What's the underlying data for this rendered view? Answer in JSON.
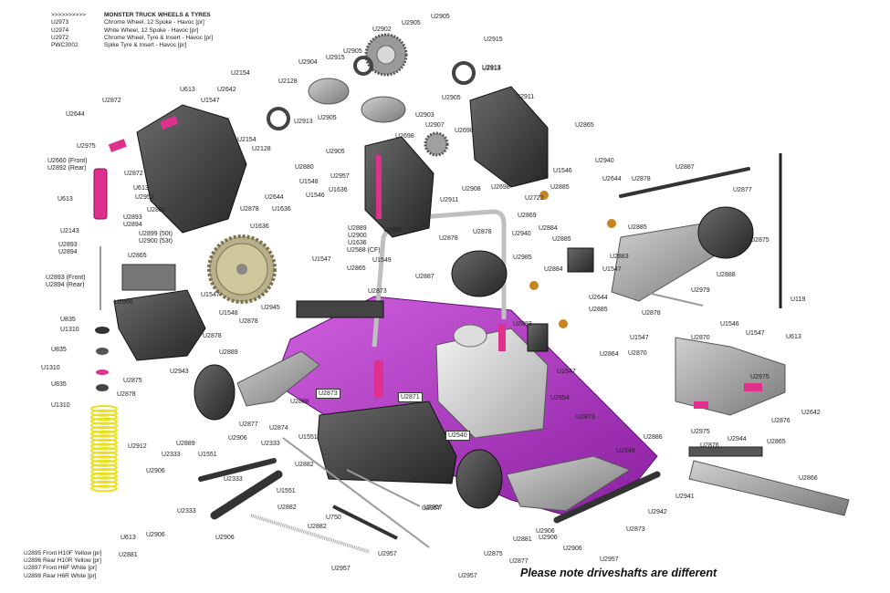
{
  "legend": {
    "arrow": ">>>>>>>>>>",
    "title": "MONSTER TRUCK WHEELS & TYRES",
    "rows": [
      {
        "code": "U2973",
        "desc": "Chrome Wheel, 12 Spoke - Havoc [pr]"
      },
      {
        "code": "U2974",
        "desc": "White Wheel, 12 Spoke - Havoc [pr]"
      },
      {
        "code": "U2972",
        "desc": "Chrome Wheel, Tyre & Insert - Havoc [pr]"
      },
      {
        "code": "PWC3002",
        "desc": "Spike Tyre & Insert - Havoc [pr]"
      }
    ]
  },
  "spring_legend": [
    "U2895 Front H10F Yellow [pr]",
    "U2896 Rear H10R Yellow [pr]",
    "U2897 Front H6F White [pr]",
    "U2898 Rear H6R White [pr]"
  ],
  "note": "Please note driveshafts are different",
  "tags": {
    "t1": "U2873",
    "t2": "U2871",
    "t3": "U2540"
  },
  "colors": {
    "chassis": "#b23cc8",
    "part_dark": "#3a3a3a",
    "part_grey": "#8a8a8a",
    "spring": "#e8e020",
    "accent_pink": "#e0308e",
    "gold": "#c8841e"
  },
  "labels": [
    {
      "id": "l1",
      "text": "U2905"
    },
    {
      "id": "l2",
      "text": "U2902"
    },
    {
      "id": "l3",
      "text": "U2905"
    },
    {
      "id": "l4",
      "text": "U2915"
    },
    {
      "id": "l5",
      "text": "U2915"
    },
    {
      "id": "l6",
      "text": "U2905"
    },
    {
      "id": "l7",
      "text": "U2904"
    },
    {
      "id": "l8",
      "text": "U2913"
    },
    {
      "id": "l9",
      "text": "U2128"
    },
    {
      "id": "l10",
      "text": "U2154"
    },
    {
      "id": "l11",
      "text": "U2642"
    },
    {
      "id": "l12",
      "text": "U613"
    },
    {
      "id": "l13",
      "text": "U1547"
    },
    {
      "id": "l14",
      "text": "U2872"
    },
    {
      "id": "l15",
      "text": "U2644"
    },
    {
      "id": "l16",
      "text": "U2975"
    },
    {
      "id": "l17",
      "text": "U2660 (Front)"
    },
    {
      "id": "l18",
      "text": "U2892 (Rear)"
    },
    {
      "id": "l19",
      "text": "U613"
    },
    {
      "id": "l20",
      "text": "U2872"
    },
    {
      "id": "l21",
      "text": "U613"
    },
    {
      "id": "l22",
      "text": "U2952"
    },
    {
      "id": "l23",
      "text": "U2880"
    },
    {
      "id": "l24",
      "text": "U2893"
    },
    {
      "id": "l25",
      "text": "U2894"
    },
    {
      "id": "l26",
      "text": "U2143"
    },
    {
      "id": "l27",
      "text": "U2893"
    },
    {
      "id": "l28",
      "text": "U2894"
    },
    {
      "id": "l29",
      "text": "U2893 (Front)"
    },
    {
      "id": "l30",
      "text": "U2894 (Rear)"
    },
    {
      "id": "l31",
      "text": "U835"
    },
    {
      "id": "l32",
      "text": "U1310"
    },
    {
      "id": "l33",
      "text": "U835"
    },
    {
      "id": "l34",
      "text": "U1310"
    },
    {
      "id": "l35",
      "text": "U835"
    },
    {
      "id": "l36",
      "text": "U1310"
    },
    {
      "id": "l37",
      "text": "U2913"
    },
    {
      "id": "l38",
      "text": "U2905"
    },
    {
      "id": "l39",
      "text": "U2903"
    },
    {
      "id": "l40",
      "text": "U2905"
    },
    {
      "id": "l41",
      "text": "U2913"
    },
    {
      "id": "l42",
      "text": "U2911"
    },
    {
      "id": "l43",
      "text": "U2865"
    },
    {
      "id": "l44",
      "text": "U2907"
    },
    {
      "id": "l45",
      "text": "U2698"
    },
    {
      "id": "l46",
      "text": "U2698"
    },
    {
      "id": "l47",
      "text": "U2154"
    },
    {
      "id": "l48",
      "text": "U2128"
    },
    {
      "id": "l49",
      "text": "U2880"
    },
    {
      "id": "l50",
      "text": "U2905"
    },
    {
      "id": "l51",
      "text": "U2957"
    },
    {
      "id": "l52",
      "text": "U2908"
    },
    {
      "id": "l53",
      "text": "U2698"
    },
    {
      "id": "l54",
      "text": "U1546"
    },
    {
      "id": "l55",
      "text": "U1548"
    },
    {
      "id": "l56",
      "text": "U2644"
    },
    {
      "id": "l57",
      "text": "U1546"
    },
    {
      "id": "l58",
      "text": "U1636"
    },
    {
      "id": "l59",
      "text": "U2911"
    },
    {
      "id": "l60",
      "text": "U2878"
    },
    {
      "id": "l61",
      "text": "U1636"
    },
    {
      "id": "l62",
      "text": "U1636"
    },
    {
      "id": "l63",
      "text": "U2889"
    },
    {
      "id": "l64",
      "text": "U2900"
    },
    {
      "id": "l65",
      "text": "U1636"
    },
    {
      "id": "l66",
      "text": "U2588 (CF)"
    },
    {
      "id": "l67",
      "text": "U2957"
    },
    {
      "id": "l68",
      "text": "U2869"
    },
    {
      "id": "l69",
      "text": "U2878"
    },
    {
      "id": "l70",
      "text": "U2878"
    },
    {
      "id": "l71",
      "text": "U2899 (50t)"
    },
    {
      "id": "l72",
      "text": "U2900 (53t)"
    },
    {
      "id": "l73",
      "text": "U2865"
    },
    {
      "id": "l74",
      "text": "U1547"
    },
    {
      "id": "l75",
      "text": "U1549"
    },
    {
      "id": "l76",
      "text": "U2865"
    },
    {
      "id": "l77",
      "text": "U2887"
    },
    {
      "id": "l78",
      "text": "U2873"
    },
    {
      "id": "l79",
      "text": "U2866"
    },
    {
      "id": "l80",
      "text": "U1547"
    },
    {
      "id": "l81",
      "text": "U1548"
    },
    {
      "id": "l82",
      "text": "U2945"
    },
    {
      "id": "l83",
      "text": "U2878"
    },
    {
      "id": "l84",
      "text": "U2878"
    },
    {
      "id": "l85",
      "text": "U2889"
    },
    {
      "id": "l86",
      "text": "U2940"
    },
    {
      "id": "l87",
      "text": "U2885"
    },
    {
      "id": "l88",
      "text": "U2644"
    },
    {
      "id": "l89",
      "text": "U2878"
    },
    {
      "id": "l90",
      "text": "U2887"
    },
    {
      "id": "l91",
      "text": "U2877"
    },
    {
      "id": "l92",
      "text": "U2722"
    },
    {
      "id": "l93",
      "text": "U2884"
    },
    {
      "id": "l94",
      "text": "U2885"
    },
    {
      "id": "l95",
      "text": "U2940"
    },
    {
      "id": "l96",
      "text": "U2885"
    },
    {
      "id": "l97",
      "text": "U2883"
    },
    {
      "id": "l98",
      "text": "U2875"
    },
    {
      "id": "l99",
      "text": "U1547"
    },
    {
      "id": "l100",
      "text": "U2888"
    },
    {
      "id": "l101",
      "text": "U2985"
    },
    {
      "id": "l102",
      "text": "U2884"
    },
    {
      "id": "l103",
      "text": "U2979"
    },
    {
      "id": "l104",
      "text": "U119"
    },
    {
      "id": "l105",
      "text": "U2644"
    },
    {
      "id": "l106",
      "text": "U2885"
    },
    {
      "id": "l107",
      "text": "U2878"
    },
    {
      "id": "l108",
      "text": "U2883"
    },
    {
      "id": "l109",
      "text": "U1547"
    },
    {
      "id": "l110",
      "text": "U2864"
    },
    {
      "id": "l111",
      "text": "U1547"
    },
    {
      "id": "l112",
      "text": "U2870"
    },
    {
      "id": "l113",
      "text": "U2870"
    },
    {
      "id": "l114",
      "text": "U1546"
    },
    {
      "id": "l115",
      "text": "U1547"
    },
    {
      "id": "l116",
      "text": "U613"
    },
    {
      "id": "l117",
      "text": "U2975"
    },
    {
      "id": "l118",
      "text": "U2642"
    },
    {
      "id": "l119",
      "text": "U2943"
    },
    {
      "id": "l120",
      "text": "U2875"
    },
    {
      "id": "l121",
      "text": "U2878"
    },
    {
      "id": "l122",
      "text": "U2888"
    },
    {
      "id": "l123",
      "text": "U2954"
    },
    {
      "id": "l124",
      "text": "U2873"
    },
    {
      "id": "l125",
      "text": "U2886"
    },
    {
      "id": "l126",
      "text": "U2975"
    },
    {
      "id": "l127",
      "text": "U2876"
    },
    {
      "id": "l128",
      "text": "U2876"
    },
    {
      "id": "l129",
      "text": "U2944"
    },
    {
      "id": "l130",
      "text": "U2865"
    },
    {
      "id": "l131",
      "text": "U2912"
    },
    {
      "id": "l132",
      "text": "U2877"
    },
    {
      "id": "l133",
      "text": "U2874"
    },
    {
      "id": "l134",
      "text": "U1551"
    },
    {
      "id": "l135",
      "text": "U2889"
    },
    {
      "id": "l136",
      "text": "U2906"
    },
    {
      "id": "l137",
      "text": "U2333"
    },
    {
      "id": "l138",
      "text": "U1551"
    },
    {
      "id": "l139",
      "text": "U2333"
    },
    {
      "id": "l140",
      "text": "U2333"
    },
    {
      "id": "l141",
      "text": "U2882"
    },
    {
      "id": "l142",
      "text": "U2906"
    },
    {
      "id": "l143",
      "text": "U2333"
    },
    {
      "id": "l144",
      "text": "U1551"
    },
    {
      "id": "l145",
      "text": "U2882"
    },
    {
      "id": "l146",
      "text": "U2882"
    },
    {
      "id": "l147",
      "text": "U750"
    },
    {
      "id": "l148",
      "text": "U2957"
    },
    {
      "id": "l149",
      "text": "U2906"
    },
    {
      "id": "l150",
      "text": "U2906"
    },
    {
      "id": "l151",
      "text": "U613"
    },
    {
      "id": "l152",
      "text": "U2881"
    },
    {
      "id": "l153",
      "text": "U2906"
    },
    {
      "id": "l154",
      "text": "U2957"
    },
    {
      "id": "l155",
      "text": "U2957"
    },
    {
      "id": "l156",
      "text": "U2875"
    },
    {
      "id": "l157",
      "text": "U2877"
    },
    {
      "id": "l158",
      "text": "U2881"
    },
    {
      "id": "l159",
      "text": "U2906"
    },
    {
      "id": "l160",
      "text": "U2906"
    },
    {
      "id": "l161",
      "text": "U2957"
    },
    {
      "id": "l162",
      "text": "U2873"
    },
    {
      "id": "l163",
      "text": "U2942"
    },
    {
      "id": "l164",
      "text": "U2941"
    },
    {
      "id": "l165",
      "text": "U2866"
    },
    {
      "id": "l166",
      "text": "U1549"
    },
    {
      "id": "l167",
      "text": "U2957"
    },
    {
      "id": "l168",
      "text": "U2957"
    }
  ]
}
